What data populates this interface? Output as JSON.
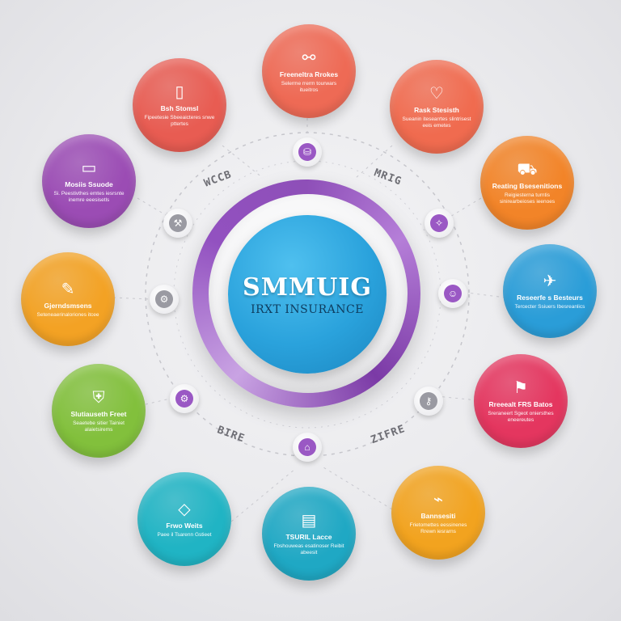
{
  "center": {
    "title": "SMMUIG",
    "subtitle": "IRXT INSURANCE"
  },
  "orbit_words": [
    "WCCB",
    "MRIG",
    "BIRE",
    "ZIFRE"
  ],
  "nodes": [
    {
      "label": "Freeneltra Rrokes",
      "desc": "Selerme rrerm tourwars itueitros",
      "icon": "handshake-icon",
      "glyph": "⚯",
      "color": "#ee6a55"
    },
    {
      "label": "Rask Stesisth",
      "desc": "Sueanin itesearrtes slintrisest eeis emetes",
      "icon": "heart-icon",
      "glyph": "♡",
      "color": "#f06b4f"
    },
    {
      "label": "Reating Bsesenitions",
      "desc": "Reigiesterna turntis sinirearbeioses ieenoes",
      "icon": "cart-icon",
      "glyph": "⛟",
      "color": "#f28428"
    },
    {
      "label": "Reseerfe s Besteurs",
      "desc": "Tercecter Ssiuers Ibesreanlics",
      "icon": "plane-icon",
      "glyph": "✈",
      "color": "#2a9dd8"
    },
    {
      "label": "Rreeealt FRS Batos",
      "desc": "Sreraneert Sgeot oniersthes eneereutes",
      "icon": "flag-icon",
      "glyph": "⚑",
      "color": "#e4365f"
    },
    {
      "label": "Bannsesiti",
      "desc": "Frietomettes eessinenes Rrewn iesrarns",
      "icon": "chart-icon",
      "glyph": "⌁",
      "color": "#f2a31f"
    },
    {
      "label": "TSURIL Lacce",
      "desc": "Fbshouweas esatinoser Reibit abeesit",
      "icon": "document-icon",
      "glyph": "▤",
      "color": "#1fa8c4"
    },
    {
      "label": "Frwo Weits",
      "desc": "Paee il Tsarenn Gstieet",
      "icon": "diamond-icon",
      "glyph": "◇",
      "color": "#20b4c4"
    },
    {
      "label": "Slutiauseth Freet",
      "desc": "Seaetebe sitier Tainiet alaietsirems",
      "icon": "shield-icon",
      "glyph": "⛨",
      "color": "#82c03c"
    },
    {
      "label": "Gjerndsmsens",
      "desc": "Seteneaerinaloriones itcee",
      "icon": "doc-icon",
      "glyph": "✎",
      "color": "#f3a224"
    },
    {
      "label": "Mosiis Ssuode",
      "desc": "Si. Peestivthes emtes iesrsnte inemre eeesisetls",
      "icon": "laptop-icon",
      "glyph": "▭",
      "color": "#9b4cb4"
    },
    {
      "label": "Bsh Stomsl",
      "desc": "Fipeetesie Sbeeaicteres snwe pttertes",
      "icon": "phone-icon",
      "glyph": "▯",
      "color": "#e85c52"
    }
  ],
  "badges": [
    {
      "icon": "bag-icon",
      "glyph": "⛁",
      "tone": "purple"
    },
    {
      "icon": "tools-icon",
      "glyph": "⚒",
      "tone": "gray"
    },
    {
      "icon": "compass-icon",
      "glyph": "✧",
      "tone": "purple"
    },
    {
      "icon": "car-icon",
      "glyph": "⚙",
      "tone": "gray"
    },
    {
      "icon": "person-icon",
      "glyph": "☺",
      "tone": "purple"
    },
    {
      "icon": "gear-icon",
      "glyph": "⚙",
      "tone": "purple"
    },
    {
      "icon": "home-icon",
      "glyph": "⌂",
      "tone": "purple"
    },
    {
      "icon": "lock-icon",
      "glyph": "⚷",
      "tone": "gray"
    }
  ]
}
